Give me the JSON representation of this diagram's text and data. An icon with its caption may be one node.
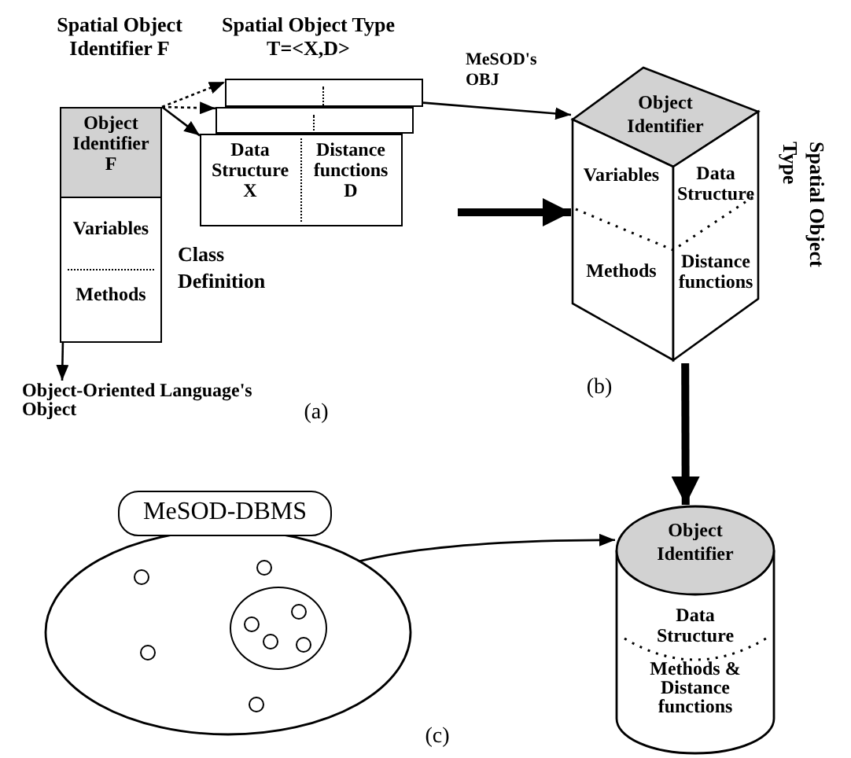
{
  "diagram": {
    "nodes": [
      {
        "text": [
          "Object Identifier F",
          "Variables",
          "Methods"
        ],
        "beside": [
          "Class Definition"
        ]
      },
      {
        "text": [],
        "shape": "box"
      },
      {
        "text": [],
        "shape": "box"
      },
      {
        "text": [
          "Data Structure X",
          "Distance functions D"
        ]
      },
      {
        "text": [
          "Object Identifier",
          "Variables",
          "Data Structure",
          "Methods",
          "Distance functions"
        ],
        "beside": [
          "Spatial Object Type"
        ]
      },
      {
        "text": [
          "Object-Oriented Language's Object"
        ]
      },
      {
        "text": [
          "MeSOD-DBMS"
        ]
      },
      {
        "text": [],
        "shape": "circle",
        "in": 6
      },
      {
        "text": [],
        "shape": "circle",
        "in": 6
      },
      {
        "text": [],
        "shape": "circle",
        "in": 6
      },
      {
        "text": [],
        "shape": "circle",
        "in": 6
      },
      {
        "text": [],
        "shape": "circle",
        "in": 6
      },
      {
        "text": [],
        "shape": "circle",
        "in": 11
      },
      {
        "text": [],
        "shape": "circle",
        "in": 11
      },
      {
        "text": [],
        "shape": "circle",
        "in": 11
      },
      {
        "text": [],
        "shape": "circle",
        "in": 11
      },
      {
        "text": [
          "Object Identifier",
          "Data Structure",
          "Methods & Distance functions"
        ]
      }
    ],
    "edges": [
      {
        "from": 0,
        "to": 5,
        "arrow": "to"
      },
      {
        "from": 0,
        "to": 1,
        "arrow": "to",
        "style": "dashed"
      },
      {
        "from": 0,
        "to": 2,
        "arrow": "to",
        "style": "dashed"
      },
      {
        "from": 0,
        "to": 3,
        "arrow": "to"
      },
      {
        "from": 1,
        "to": 4,
        "arrow": "to",
        "label": "MeSOD's OBJ"
      },
      {
        "from": null,
        "to": 4,
        "arrow": "to",
        "style": "thick"
      },
      {
        "from": 4,
        "to": 16,
        "arrow": "to",
        "style": "thick"
      },
      {
        "from": 13,
        "to": 16,
        "arrow": "to"
      }
    ],
    "labels": [
      "Spatial Object Identifier F",
      "Spatial Object Type T=<X,D>",
      "(a)",
      "(b)",
      "(c)"
    ]
  }
}
